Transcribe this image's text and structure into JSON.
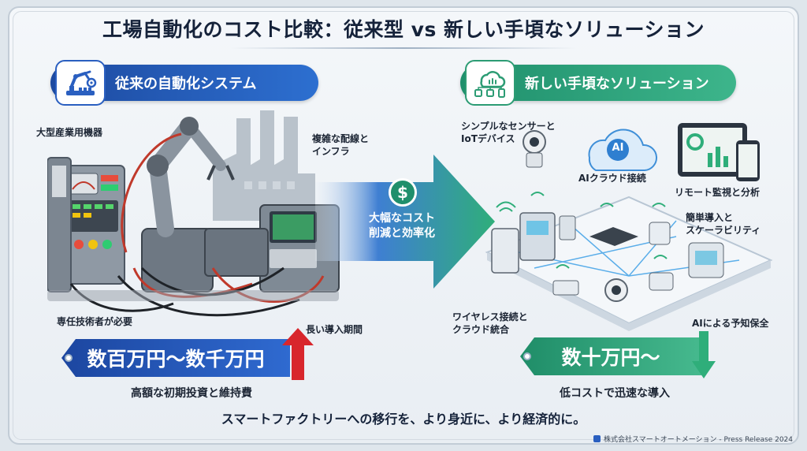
{
  "title": "工場自動化のコスト比較：従来型 vs 新しい手頃なソリューション",
  "left": {
    "header": "従来の自動化システム",
    "labels": {
      "industrial": "大型産業用機器",
      "wiring": "複雑な配線と\nインフラ",
      "technician": "専任技術者が必要",
      "long_time": "長い導入期間"
    },
    "cost": "数百万円～数千万円",
    "caption": "高額な初期投資と維持費"
  },
  "middle": {
    "symbol": "$",
    "text": "大幅なコスト\n削減と効率化"
  },
  "right": {
    "header": "新しい手頃なソリューション",
    "labels": {
      "sensors": "シンプルなセンサーと\nIoTデバイス",
      "cloud": "AIクラウド接続",
      "cloud_badge": "AI",
      "remote": "リモート監視と分析",
      "easy": "簡単導入と\nスケーラビリティ",
      "wireless": "ワイヤレス接続と\nクラウド統合",
      "predictive": "AIによる予知保全"
    },
    "cost": "数十万円～",
    "caption": "低コストで迅速な導入"
  },
  "footer": "スマートファクトリーへの移行を、より身近に、より経済的に。",
  "press": "株式会社スマートオートメーション - Press Release 2024",
  "colors": {
    "blue": "#2a5fc0",
    "green": "#2c9c74",
    "red_arrow": "#d8262c"
  }
}
